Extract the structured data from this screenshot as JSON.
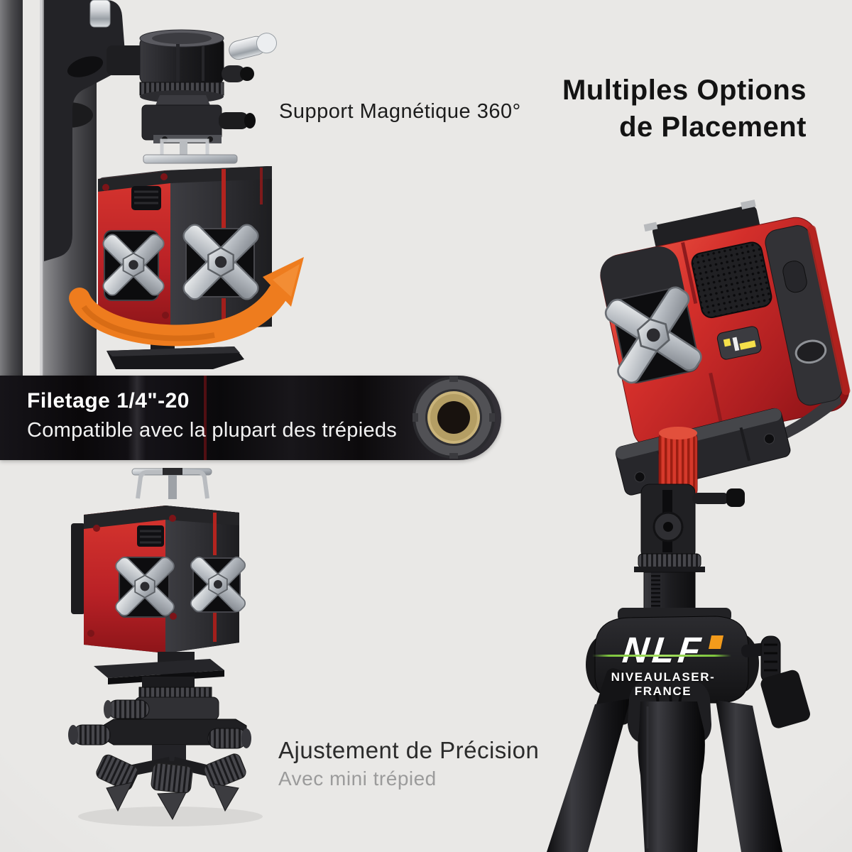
{
  "page": {
    "kind": "product-feature-infographic",
    "background": "#e9e8e6"
  },
  "annotations": {
    "support": {
      "text": "Support Magnétique 360°"
    },
    "title": {
      "line1": "Multiples Options",
      "line2": "de Placement"
    },
    "thread": {
      "heading": "Filetage 1/4\"-20",
      "subheading": "Compatible avec la plupart des trépieds"
    },
    "adjustment": {
      "heading": "Ajustement de Précision",
      "subheading": "Avec mini trépied"
    }
  },
  "brand": {
    "acronym": "NLF",
    "name": "NIVEAULASER-FRANCE"
  },
  "figures": [
    {
      "id": "magnetic-wall-mount",
      "caption": "Support Magnétique 360°"
    },
    {
      "id": "thread-hole-quarter-inch",
      "caption": "Filetage 1/4\"-20"
    },
    {
      "id": "mini-tripod-fine-adjustment",
      "caption": "Ajustement de Précision"
    },
    {
      "id": "full-tripod-mounting",
      "caption": "Multiples Options de Placement"
    }
  ],
  "palette": {
    "product_red": "#c4262b",
    "product_dark": "#232326",
    "silver": "#c3c6ca",
    "arrow_orange": "#ee7c1e",
    "brass": "#c9b478",
    "band_black": "#0b090b",
    "logo_green": "#7ec53e",
    "logo_orange": "#f39b1b",
    "text_dark": "#1a1a1a",
    "text_gray": "#9b9b9b"
  }
}
